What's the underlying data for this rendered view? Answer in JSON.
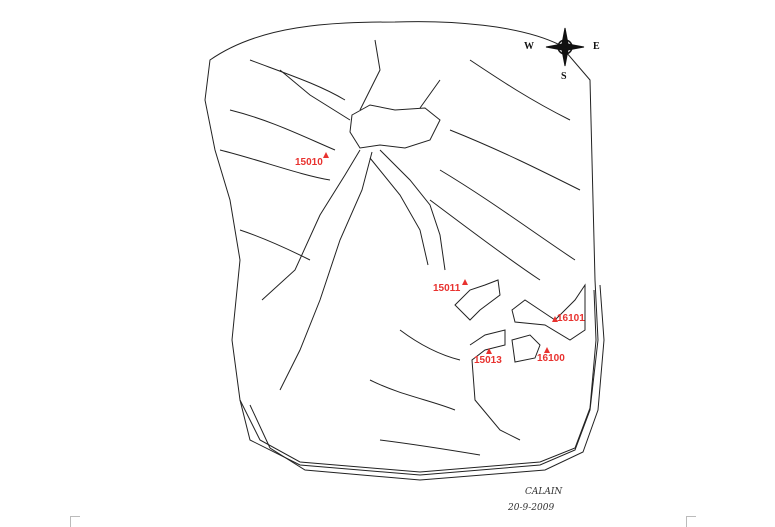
{
  "compass": {
    "west": "W",
    "east": "E",
    "south": "S"
  },
  "sites": [
    {
      "id": "15010"
    },
    {
      "id": "15011"
    },
    {
      "id": "16101"
    },
    {
      "id": "15013"
    },
    {
      "id": "16100"
    }
  ],
  "signature": {
    "name": "CALAIN",
    "date": "20-9-2009"
  },
  "colors": {
    "marker": "#e8322f",
    "ink": "#222222"
  }
}
